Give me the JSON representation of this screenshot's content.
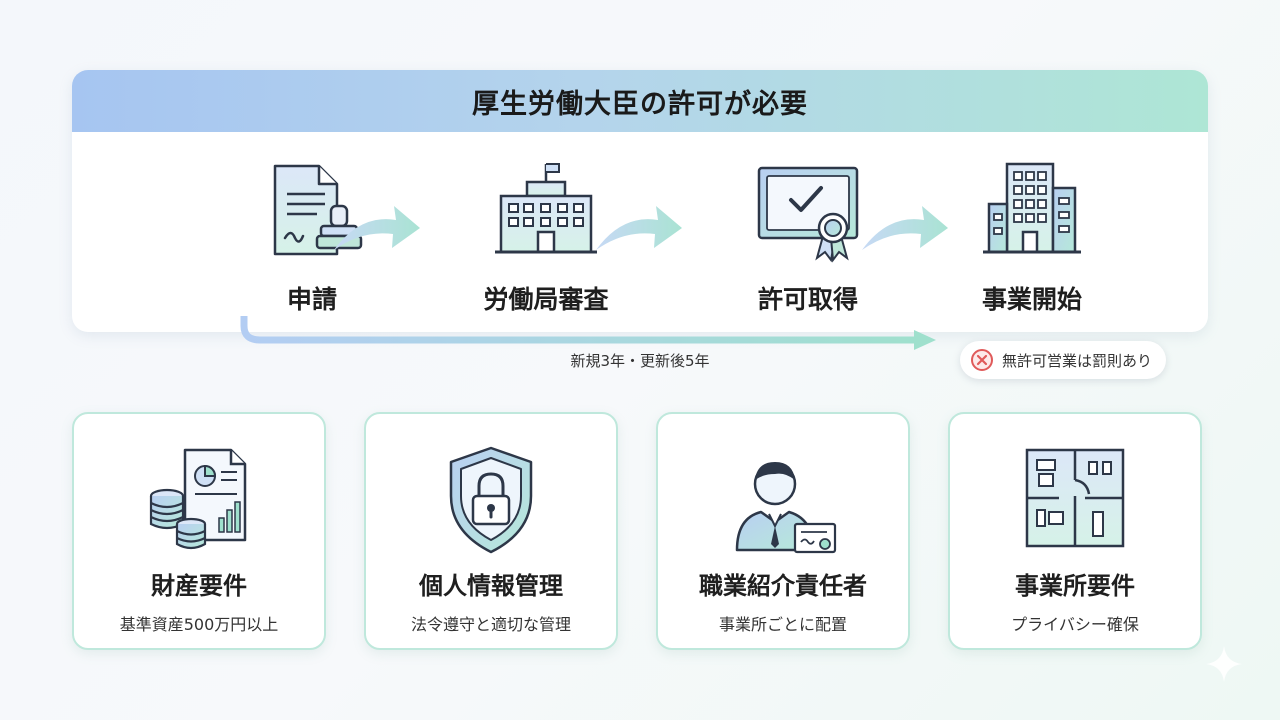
{
  "header": {
    "title": "厚生労働大臣の許可が必要"
  },
  "steps": [
    {
      "label": "申請",
      "icon": "application-document-stamp-icon"
    },
    {
      "label": "労働局審査",
      "icon": "government-building-icon"
    },
    {
      "label": "許可取得",
      "icon": "certificate-icon"
    },
    {
      "label": "事業開始",
      "icon": "office-building-icon"
    }
  ],
  "period": {
    "label": "新規3年・更新後5年"
  },
  "penalty": {
    "label": "無許可営業は罰則あり",
    "icon": "cross-circle-icon",
    "color": "#e05a5a"
  },
  "requirements": [
    {
      "title": "財産要件",
      "subtitle": "基準資産500万円以上",
      "icon": "coins-report-icon"
    },
    {
      "title": "個人情報管理",
      "subtitle": "法令遵守と適切な管理",
      "icon": "shield-lock-icon"
    },
    {
      "title": "職業紹介責任者",
      "subtitle": "事業所ごとに配置",
      "icon": "person-certificate-icon"
    },
    {
      "title": "事業所要件",
      "subtitle": "プライバシー確保",
      "icon": "floor-plan-icon"
    }
  ],
  "colors": {
    "accent_blue": "#a6c5f1",
    "accent_green": "#aee6d5",
    "card_border": "#bfe8dc"
  }
}
